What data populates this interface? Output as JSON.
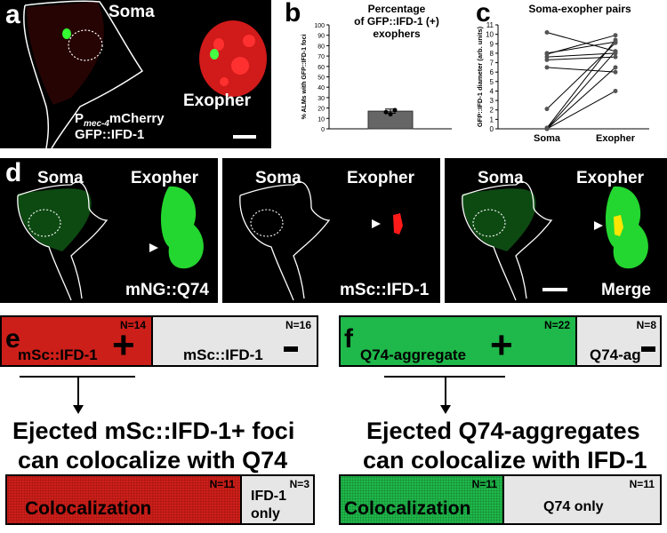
{
  "panel_a": {
    "letter": "a",
    "soma_label": "Soma",
    "exopher_label": "Exopher",
    "promoter_prefix": "P",
    "promoter_sub": "mec-4",
    "promoter_suffix": "mCherry",
    "gfp_label": "GFP::IFD-1"
  },
  "panel_b": {
    "letter": "b",
    "title_line1": "Percentage",
    "title_line2": "of GFP::IFD-1 (+)",
    "title_line3": "exophers",
    "ylabel": "% ALMs with GFP::IFD-1 foci"
  },
  "panel_c": {
    "letter": "c",
    "title": "Soma-exopher pairs",
    "ylabel": "GFP::IFD-1 diameter (arb. units)"
  },
  "chart_data": [
    {
      "type": "bar",
      "title": "Percentage of GFP::IFD-1 (+) exophers",
      "ylabel": "% ALMs with GFP::IFD-1 foci",
      "ylim": [
        0,
        100
      ],
      "yticks": [
        0,
        10,
        20,
        30,
        40,
        50,
        60,
        70,
        80,
        90,
        100
      ],
      "categories": [
        ""
      ],
      "values": [
        17
      ],
      "error": [
        2
      ],
      "points": [
        16,
        14,
        18
      ],
      "grid": false
    },
    {
      "type": "line",
      "title": "Soma-exopher pairs",
      "ylabel": "GFP::IFD-1 diameter (arb. units)",
      "categories": [
        "Soma",
        "Exopher"
      ],
      "ylim": [
        0,
        11
      ],
      "yticks": [
        0,
        1,
        2,
        3,
        4,
        5,
        6,
        7,
        8,
        9,
        10,
        11
      ],
      "pairs": [
        [
          10.2,
          8.2
        ],
        [
          8.0,
          9.2
        ],
        [
          7.9,
          9.9
        ],
        [
          7.6,
          8.0
        ],
        [
          7.3,
          7.6
        ],
        [
          6.5,
          6.0
        ],
        [
          2.1,
          9.1
        ],
        [
          0.1,
          9.4
        ],
        [
          0.0,
          8.2
        ],
        [
          0.0,
          6.5
        ],
        [
          0.0,
          4.0
        ]
      ],
      "grid": false
    }
  ],
  "panel_d": {
    "letter": "d",
    "tiles": [
      {
        "soma": "Soma",
        "exopher": "Exopher",
        "channel": "mNG::Q74"
      },
      {
        "soma": "Soma",
        "exopher": "Exopher",
        "channel": "mSc::IFD-1"
      },
      {
        "soma": "Soma",
        "exopher": "Exopher",
        "channel": "Merge"
      }
    ]
  },
  "panel_e": {
    "letter": "e",
    "pos_label": "mSc::IFD-1",
    "pos_n": "N=14",
    "neg_label": "mSc::IFD-1",
    "neg_n": "N=16",
    "statement_line1": "Ejected mSc::IFD-1+ foci",
    "statement_line2": "can colocalize with Q74",
    "coloc_label": "Colocalization",
    "coloc_n": "N=11",
    "only_label_line1": "IFD-1",
    "only_label_line2": "only",
    "only_n": "N=3",
    "colors": {
      "positive": "#cc1f1a",
      "negative": "#e6e6e6"
    }
  },
  "panel_f": {
    "letter": "f",
    "pos_label": "Q74-aggregate",
    "pos_n": "N=22",
    "neg_label": "Q74-ag",
    "neg_n": "N=8",
    "statement_line1": "Ejected Q74-aggregates",
    "statement_line2": "can colocalize with IFD-1",
    "coloc_label": "Colocalization",
    "coloc_n": "N=11",
    "only_label": "Q74 only",
    "only_n": "N=11",
    "colors": {
      "positive": "#1fb84a",
      "negative": "#e6e6e6"
    }
  }
}
